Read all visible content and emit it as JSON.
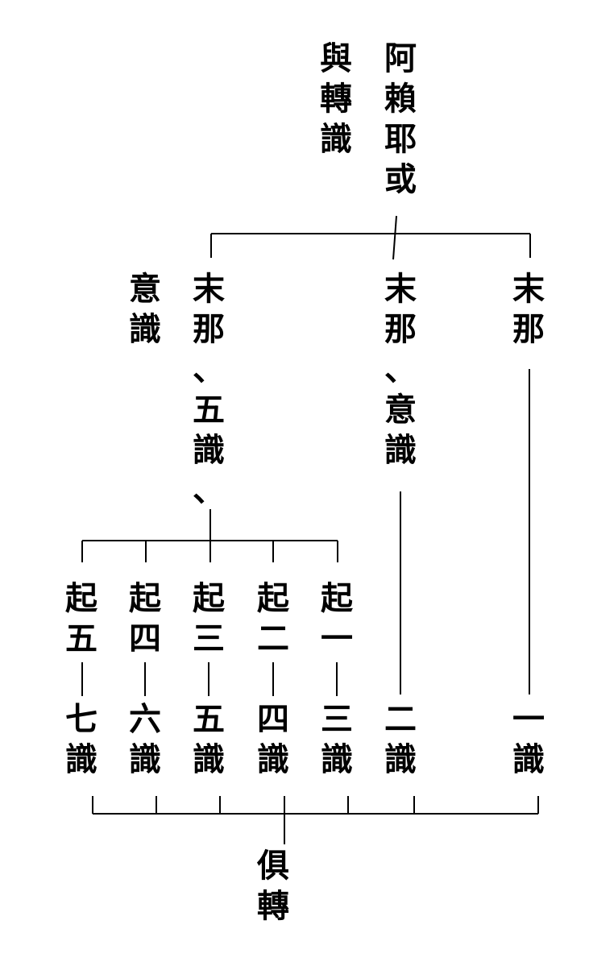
{
  "colors": {
    "ink": "#000000",
    "background": "#ffffff"
  },
  "root": {
    "label": "阿賴耶或",
    "note": "與轉識"
  },
  "level2": {
    "left": {
      "label": "末那、五識、",
      "note": "意識"
    },
    "middle": {
      "label": "末那、意識"
    },
    "right": {
      "label": "末那"
    }
  },
  "level3": [
    {
      "label": "起五"
    },
    {
      "label": "起四"
    },
    {
      "label": "起三"
    },
    {
      "label": "起二"
    },
    {
      "label": "起一"
    }
  ],
  "leaves": [
    {
      "label": "七識"
    },
    {
      "label": "六識"
    },
    {
      "label": "五識"
    },
    {
      "label": "四識"
    },
    {
      "label": "三識"
    },
    {
      "label": "二識"
    },
    {
      "label": "一識"
    }
  ],
  "bottom": {
    "label": "俱轉"
  }
}
